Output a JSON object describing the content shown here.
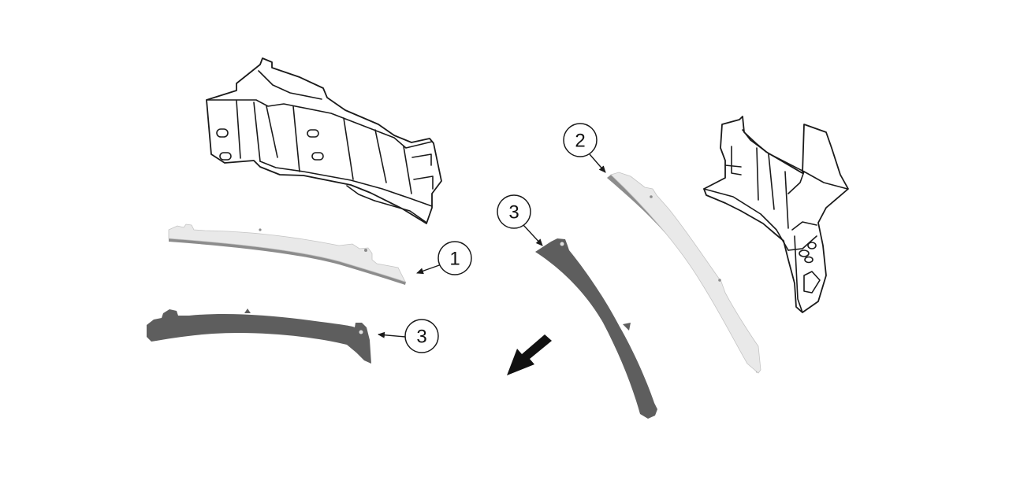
{
  "callouts": [
    {
      "id": "c1",
      "label": "1",
      "part": "outer-reinforcement-strip"
    },
    {
      "id": "c2",
      "label": "2",
      "part": "inner-reinforcement-strip"
    },
    {
      "id": "c3a",
      "label": "3",
      "part": "gasket-strip-left"
    },
    {
      "id": "c3b",
      "label": "3",
      "part": "gasket-strip-center"
    }
  ],
  "colors": {
    "line": "#1a1a1a",
    "light_part_fill": "#e9e9e9",
    "light_part_shadow": "#8c8c8c",
    "dark_part_fill": "#5e5e5e",
    "arrow_fill": "#111111",
    "background": "#ffffff"
  }
}
